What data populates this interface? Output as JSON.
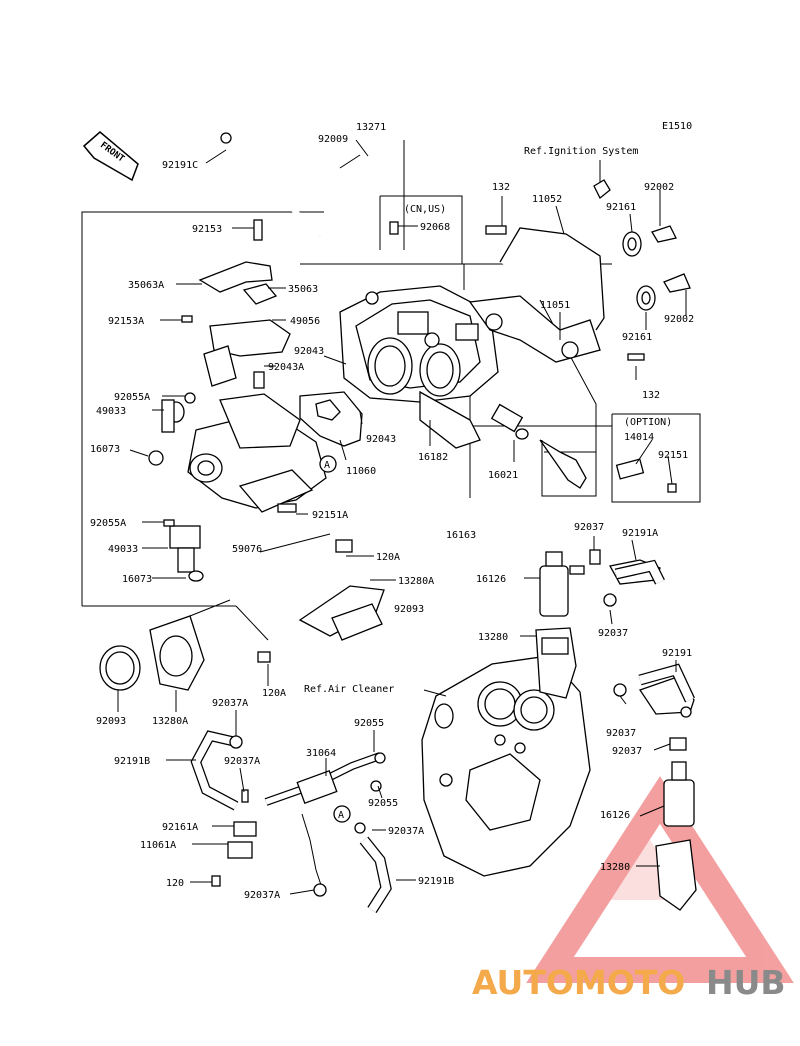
{
  "figure_code": "E1510",
  "front_label": "FRONT",
  "ref_labels": {
    "ignition": "Ref.Ignition System",
    "air_cleaner": "Ref.Air Cleaner",
    "cn_us": "(CN,US)",
    "option": "(OPTION)"
  },
  "callout_letter": "A",
  "parts": {
    "p13271": "13271",
    "p92009": "92009",
    "p92191C": "92191C",
    "p92153": "92153",
    "p35063A": "35063A",
    "p35063": "35063",
    "p92068": "92068",
    "p132a": "132",
    "p11052": "11052",
    "p92002a": "92002",
    "p92161a": "92161",
    "p11051": "11051",
    "p92002b": "92002",
    "p92161b": "92161",
    "p132b": "132",
    "p92153A": "92153A",
    "p49056": "49056",
    "p92043a": "92043",
    "p92043A": "92043A",
    "p92055A_a": "92055A",
    "p49033a": "49033",
    "p16073a": "16073",
    "p92043b": "92043",
    "p11060": "11060",
    "p16182": "16182",
    "p16021": "16021",
    "p14014": "14014",
    "p92151": "92151",
    "p92151A": "92151A",
    "p16163": "16163",
    "p92037a": "92037",
    "p92191A": "92191A",
    "p92055A_b": "92055A",
    "p49033b": "49033",
    "p59076": "59076",
    "p120A_a": "120A",
    "p16073b": "16073",
    "p13280A_a": "13280A",
    "p16126a": "16126",
    "p92093a": "92093",
    "p92037b": "92037",
    "p13280a": "13280",
    "p120A_b": "120A",
    "p92191": "92191",
    "p92093b": "92093",
    "p13280A_b": "13280A",
    "p92037A_a": "92037A",
    "p92055a": "92055",
    "p31064": "31064",
    "p92037c": "92037",
    "p92037d": "92037",
    "p92191B_a": "92191B",
    "p92037A_b": "92037A",
    "p92055b": "92055",
    "p92161A": "92161A",
    "p92037A_c": "92037A",
    "p16126b": "16126",
    "p11061A": "11061A",
    "p13280b": "13280",
    "p120": "120",
    "p92037A_d": "92037A",
    "p92191B_b": "92191B"
  },
  "watermark": {
    "part1": "AUTOMOTO",
    "part2": "HUB",
    "color_orange": "#f4a94a",
    "color_gray": "#8a8a8a",
    "color_triangle": "#f08080"
  }
}
